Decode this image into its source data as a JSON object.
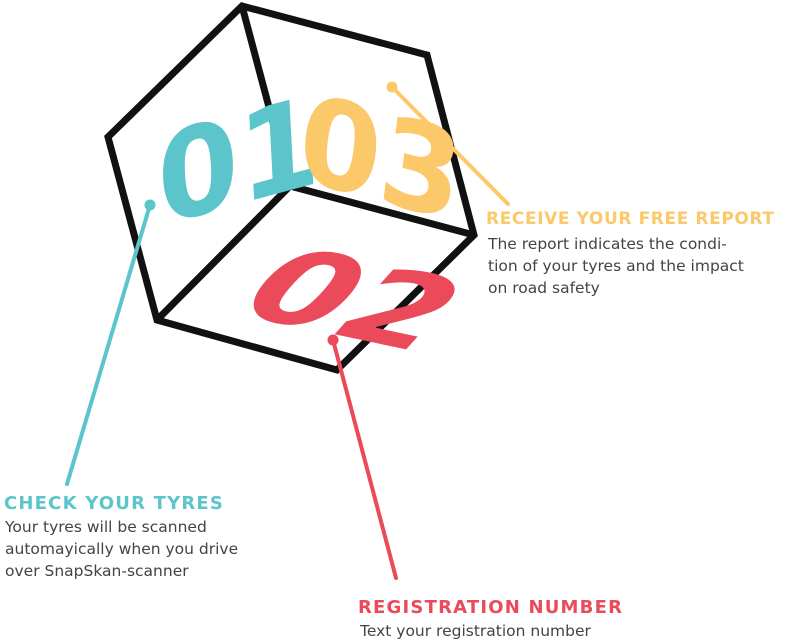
{
  "colors": {
    "outline": "#111111",
    "teal": "#5BC5CB",
    "red": "#EA4A5A",
    "yellow": "#FBC86A",
    "text": "#444444"
  },
  "cube": {
    "faces": [
      {
        "number": "01",
        "color": "#5BC5CB"
      },
      {
        "number": "02",
        "color": "#EA4A5A"
      },
      {
        "number": "03",
        "color": "#FBC86A"
      }
    ]
  },
  "steps": [
    {
      "title": "CHECK YOUR TYRES",
      "color": "#5BC5CB",
      "lines": [
        "Your tyres will be scanned",
        "automayically when you drive",
        "over SnapSkan-scanner"
      ]
    },
    {
      "title": "REGISTRATION NUMBER",
      "color": "#EA4A5A",
      "lines": [
        "Text your registration number"
      ]
    },
    {
      "title": "RECEIVE YOUR FREE REPORT",
      "color": "#FBC86A",
      "lines": [
        "The report indicates the condi-",
        "tion of your tyres and the impact",
        "on road safety"
      ]
    }
  ]
}
